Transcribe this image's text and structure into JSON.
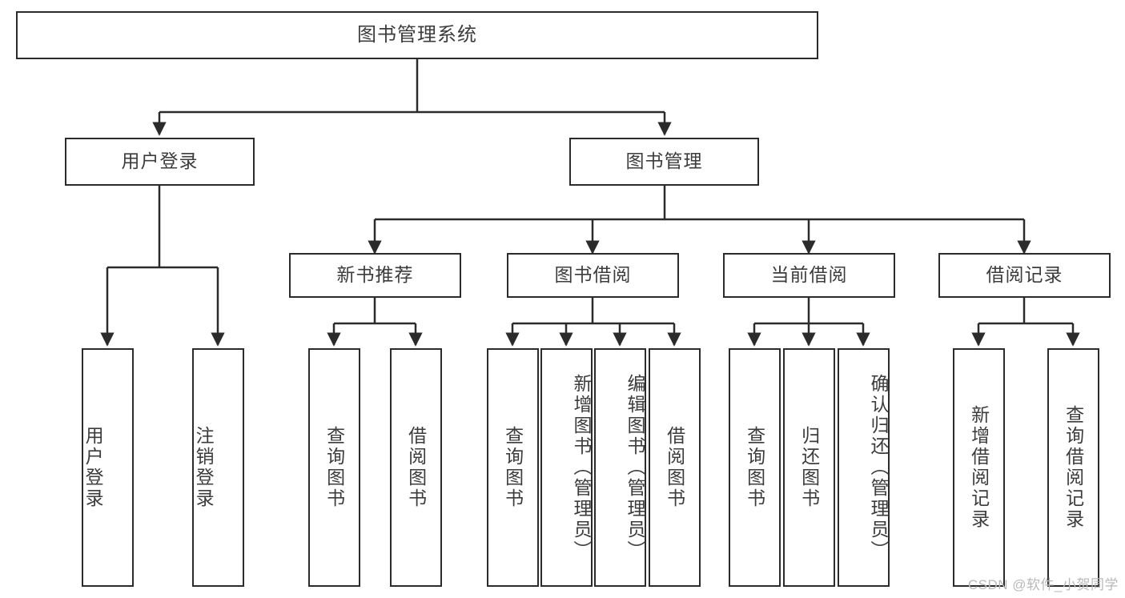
{
  "diagram": {
    "title": "图书管理系统",
    "type": "tree",
    "watermark": "CSDN @软件_小贺同学",
    "colors": {
      "border": "#2b2b2b",
      "text": "#3c3c3c",
      "background": "#ffffff",
      "edge": "#2b2b2b",
      "watermark": "#b9b9b9"
    },
    "nodes": {
      "root": {
        "label": "图书管理系统"
      },
      "level2": [
        {
          "label": "用户登录"
        },
        {
          "label": "图书管理"
        }
      ],
      "level3": [
        {
          "label": "新书推荐"
        },
        {
          "label": "图书借阅"
        },
        {
          "label": "当前借阅"
        },
        {
          "label": "借阅记录"
        }
      ],
      "leaves": {
        "user_login": [
          {
            "label": "用户登录"
          },
          {
            "label": "注销登录"
          }
        ],
        "new_book": [
          {
            "label": "查询图书"
          },
          {
            "label": "借阅图书"
          }
        ],
        "borrow": [
          {
            "label": "查询图书"
          },
          {
            "label": "新增图书（管理员）"
          },
          {
            "label": "编辑图书（管理员）"
          },
          {
            "label": "借阅图书"
          }
        ],
        "current": [
          {
            "label": "查询图书"
          },
          {
            "label": "归还图书"
          },
          {
            "label": "确认归还（管理员）"
          }
        ],
        "records": [
          {
            "label": "新增借阅记录"
          },
          {
            "label": "查询借阅记录"
          }
        ]
      }
    }
  }
}
